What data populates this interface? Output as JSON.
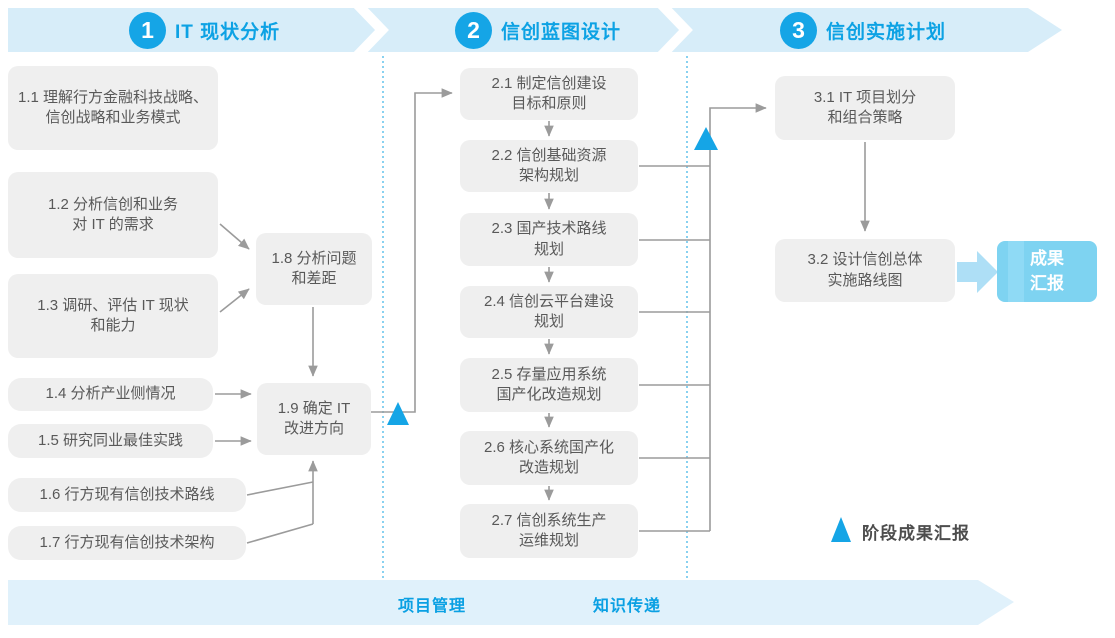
{
  "phases": [
    {
      "number": "1",
      "title": "IT 现状分析"
    },
    {
      "number": "2",
      "title": "信创蓝图设计"
    },
    {
      "number": "3",
      "title": "信创实施计划"
    }
  ],
  "phase1": {
    "steps": [
      {
        "id": "1.1",
        "text": "1.1 理解行方金融科技战略、\n信创战略和业务模式"
      },
      {
        "id": "1.2",
        "text": "1.2 分析信创和业务\n对 IT 的需求"
      },
      {
        "id": "1.3",
        "text": "1.3 调研、评估 IT 现状\n和能力"
      },
      {
        "id": "1.4",
        "text": "1.4 分析产业侧情况"
      },
      {
        "id": "1.5",
        "text": "1.5 研究同业最佳实践"
      },
      {
        "id": "1.6",
        "text": "1.6 行方现有信创技术路线"
      },
      {
        "id": "1.7",
        "text": "1.7 行方现有信创技术架构"
      },
      {
        "id": "1.8",
        "text": "1.8 分析问题\n和差距"
      },
      {
        "id": "1.9",
        "text": "1.9 确定 IT\n改进方向"
      }
    ]
  },
  "phase2": {
    "steps": [
      {
        "id": "2.1",
        "text": "2.1 制定信创建设\n目标和原则"
      },
      {
        "id": "2.2",
        "text": "2.2 信创基础资源\n架构规划"
      },
      {
        "id": "2.3",
        "text": "2.3 国产技术路线\n规划"
      },
      {
        "id": "2.4",
        "text": "2.4 信创云平台建设\n规划"
      },
      {
        "id": "2.5",
        "text": "2.5 存量应用系统\n国产化改造规划"
      },
      {
        "id": "2.6",
        "text": "2.6 核心系统国产化\n改造规划"
      },
      {
        "id": "2.7",
        "text": "2.7 信创系统生产\n运维规划"
      }
    ]
  },
  "phase3": {
    "steps": [
      {
        "id": "3.1",
        "text": "3.1 IT 项目划分\n和组合策略"
      },
      {
        "id": "3.2",
        "text": "3.2 设计信创总体\n实施路线图"
      }
    ],
    "result_label": "成果\n汇报"
  },
  "bottom_band": {
    "labels": [
      "项目管理",
      "知识传递"
    ]
  },
  "legend": {
    "label": "阶段成果汇报"
  },
  "colors": {
    "accent_blue": "#15a5e6",
    "band_blue": "#d7edf9",
    "box_gray": "#efefef",
    "result_blue": "#7ed3f1",
    "connector_gray": "#9b9b9b",
    "dotted_blue": "#6cc6ec"
  }
}
